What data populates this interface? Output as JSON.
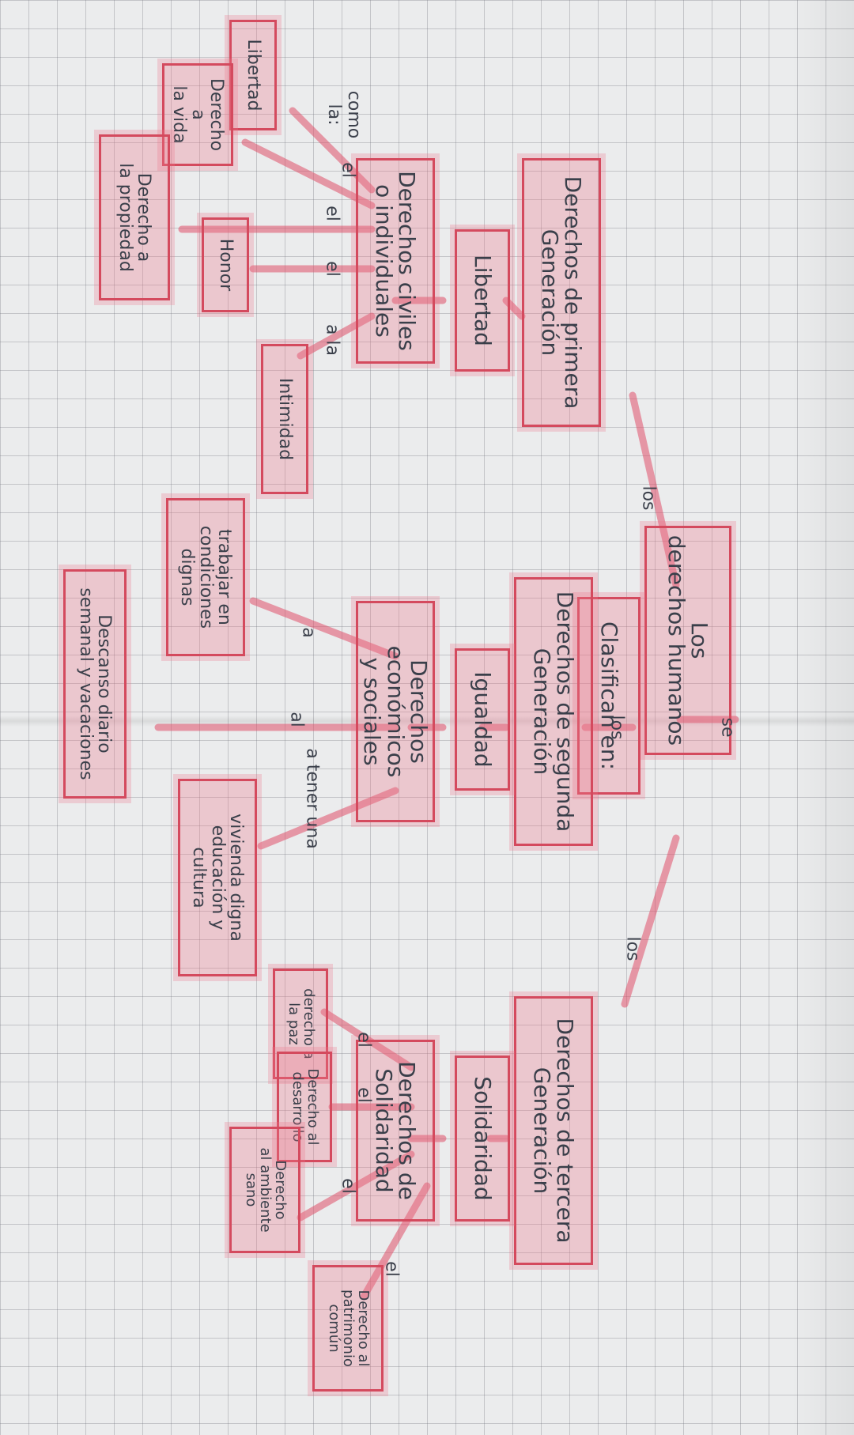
{
  "nodes": {
    "root": "Los\nderechos humanos",
    "clasifican": "Clasifican en:",
    "primera": "Derechos de primera\nGeneración",
    "segunda": "Derechos de segunda\nGeneración",
    "tercera": "Derechos de tercera\nGeneración",
    "libertad_val": "Libertad",
    "igualdad_val": "Igualdad",
    "solidaridad_val": "Solidaridad",
    "civiles": "Derechos civiles\no individuales",
    "economicos": "Derechos económicos\ny sociales",
    "solidaridad_der": "Derechos de\nSolidaridad",
    "libertad_small": "Libertad",
    "vida": "Derecho\na\nla vida",
    "propiedad": "Derecho a\nla propiedad",
    "honor": "Honor",
    "intimidad": "Intimidad",
    "trabajar": "trabajar en\ncondiciones\ndignas",
    "descanso": "Descanso diario\nsemanal y vacaciones",
    "vivienda": "vivienda digna\neducación y\ncultura",
    "paz": "derecho a\nla paz",
    "desarrollo": "Derecho al\ndesarrollo",
    "ambiente": "Derecho\nal ambiente\nsano",
    "patrimonio": "Derecho al\npatrimonio\ncomún"
  },
  "labels": {
    "se": "se",
    "los1": "los",
    "los2": "los",
    "los3": "los",
    "como_la": "como\nla:",
    "el1": "el",
    "el2": "el",
    "el3": "el",
    "a_la": "a la",
    "a1": "a",
    "al1": "al",
    "a_tener": "a tener una",
    "el4": "el",
    "el5": "el",
    "el6": "el",
    "el7": "el"
  },
  "colors": {
    "marker": "#d44a5e",
    "highlight": "#ec788c",
    "ink": "#3a3f4a"
  }
}
